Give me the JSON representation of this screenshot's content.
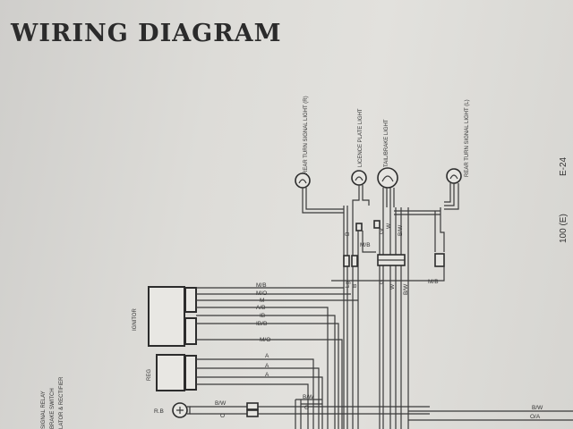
{
  "title": "WIRING DIAGRAM",
  "page_ref": "E-24",
  "page_ref_partial": "100 (E)",
  "lights": {
    "rear_turn_right": "REAR TURN SIGNAL LIGHT (R)",
    "licence_plate": "LICENCE PLATE LIGHT",
    "tail_brake": "TAIL/BRAKE LIGHT",
    "rear_turn_left": "REAR TURN SIGNAL LIGHT (L)"
  },
  "components": {
    "ignitor": "IGNITOR",
    "reg": "REG",
    "rb": "R.B"
  },
  "left_labels": [
    "SIGNAL RELAY",
    "BRAKE SWITCH",
    "LATOR & RECTIFIER"
  ],
  "upper_wires": [
    {
      "label": "B",
      "name": "wire-b"
    },
    {
      "label": "Gr",
      "name": "wire-gr"
    },
    {
      "label": "W",
      "name": "wire-w"
    },
    {
      "label": "B/W",
      "name": "wire-bw"
    }
  ],
  "connector_wires": {
    "mb_upper": "M/B",
    "lg": "Lg",
    "b": "B",
    "g": "G",
    "w": "W",
    "bw": "B/W",
    "mb_right": "M/B"
  },
  "ignitor_wires": [
    "M/B",
    "M/O",
    "M",
    "A/B",
    "IB",
    "IB/B"
  ],
  "mid_wire": "M/O",
  "reg_wires": [
    "A",
    "A",
    "A"
  ],
  "rb_wires": [
    "B/W",
    "O"
  ],
  "rb_right_wires": [
    "B/W",
    "O"
  ],
  "far_right_wires": [
    "B/W",
    "O/A"
  ]
}
